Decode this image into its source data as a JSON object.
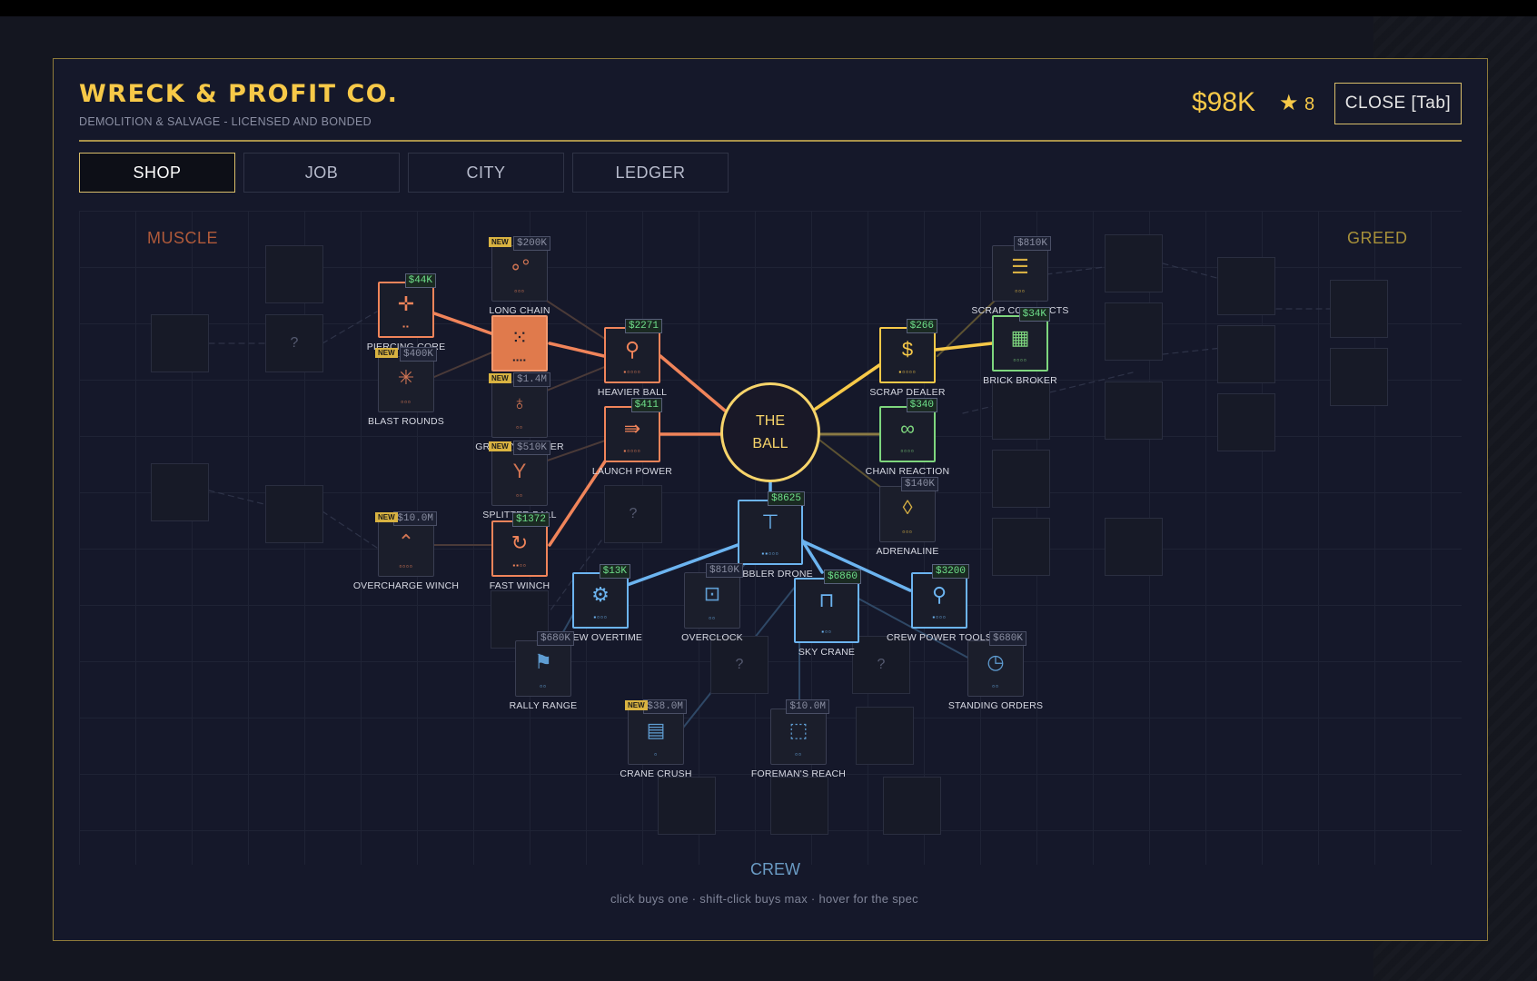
{
  "header": {
    "brand": "WRECK & PROFIT CO.",
    "tagline": "DEMOLITION & SALVAGE - LICENSED AND BONDED",
    "money": "$98K",
    "stars": "8",
    "close_label": "CLOSE [Tab]"
  },
  "tabs": [
    {
      "label": "SHOP",
      "active": true
    },
    {
      "label": "JOB",
      "active": false
    },
    {
      "label": "CITY",
      "active": false
    },
    {
      "label": "LEDGER",
      "active": false
    }
  ],
  "zones": {
    "muscle": "MUSCLE",
    "greed": "GREED",
    "crew": "CREW"
  },
  "center": {
    "line1": "THE",
    "line2": "BALL"
  },
  "colors": {
    "muscle": "#f0845a",
    "greed": "#f7c948",
    "greed_green": "#7ed67e",
    "crew": "#6cb4f0",
    "gold": "#d9be6a"
  },
  "hint": "click buys one  ·  shift-click buys max  ·  hover for the spec",
  "nodes": [
    {
      "id": "piercing-core",
      "label": "PIERCING CORE",
      "price": "$44K",
      "afford": true,
      "new": false,
      "branch": "muscle",
      "icon": "✛",
      "pips": "▪▪",
      "dim": false
    },
    {
      "id": "long-chain",
      "label": "LONG CHAIN",
      "price": "$200K",
      "afford": false,
      "new": true,
      "branch": "muscle",
      "icon": "∘°",
      "pips": "▫▫▫",
      "dim": true
    },
    {
      "id": "blast-rounds",
      "label": "BLAST ROUNDS",
      "price": "$400K",
      "afford": false,
      "new": true,
      "branch": "muscle",
      "icon": "✳",
      "pips": "▫▫▫",
      "dim": true
    },
    {
      "id": "wrecking-core",
      "label": "",
      "price": "",
      "afford": false,
      "new": false,
      "branch": "muscle",
      "icon": "⁙",
      "pips": "▪▪▪▪",
      "dim": false
    },
    {
      "id": "gravity-hammer",
      "label": "GRAVITY HAMMER",
      "price": "$1.4M",
      "afford": false,
      "new": true,
      "branch": "muscle",
      "icon": "♁",
      "pips": "▫▫",
      "dim": true
    },
    {
      "id": "splitter-ball",
      "label": "SPLITTER BALL",
      "price": "$510K",
      "afford": false,
      "new": true,
      "branch": "muscle",
      "icon": "Y",
      "pips": "▫▫",
      "dim": true
    },
    {
      "id": "heavier-ball",
      "label": "HEAVIER BALL",
      "price": "$2271",
      "afford": true,
      "new": false,
      "branch": "muscle",
      "icon": "⚲",
      "pips": "▪▫▫▫▫",
      "dim": false
    },
    {
      "id": "launch-power",
      "label": "LAUNCH POWER",
      "price": "$411",
      "afford": true,
      "new": false,
      "branch": "muscle",
      "icon": "⇛",
      "pips": "▪▫▫▫▫",
      "dim": false
    },
    {
      "id": "fast-winch",
      "label": "FAST WINCH",
      "price": "$1372",
      "afford": true,
      "new": false,
      "branch": "muscle",
      "icon": "↻",
      "pips": "▪▪▫▫",
      "dim": false
    },
    {
      "id": "overcharge-winch",
      "label": "OVERCHARGE WINCH",
      "price": "$10.0M",
      "afford": false,
      "new": true,
      "branch": "muscle",
      "icon": "⌃",
      "pips": "▫▫▫▫",
      "dim": true
    },
    {
      "id": "scrap-contracts",
      "label": "SCRAP CONTRACTS",
      "price": "$810K",
      "afford": false,
      "new": false,
      "branch": "greed",
      "icon": "☰",
      "pips": "▫▫▫",
      "dim": true
    },
    {
      "id": "brick-broker",
      "label": "BRICK BROKER",
      "price": "$34K",
      "afford": true,
      "new": false,
      "branch": "greed_green",
      "icon": "▦",
      "pips": "▫▫▫▫",
      "dim": false
    },
    {
      "id": "scrap-dealer",
      "label": "SCRAP DEALER",
      "price": "$266",
      "afford": true,
      "new": false,
      "branch": "greed",
      "icon": "$",
      "pips": "▪▫▫▫▫",
      "dim": false
    },
    {
      "id": "chain-reaction",
      "label": "CHAIN REACTION",
      "price": "$340",
      "afford": true,
      "new": false,
      "branch": "greed_green",
      "icon": "∞",
      "pips": "▫▫▫▫",
      "dim": false
    },
    {
      "id": "adrenaline",
      "label": "ADRENALINE",
      "price": "$140K",
      "afford": false,
      "new": false,
      "branch": "greed",
      "icon": "◊",
      "pips": "▫▫▫",
      "dim": true
    },
    {
      "id": "cobbler-drone",
      "label": "COBBLER DRONE",
      "price": "$8625",
      "afford": true,
      "new": false,
      "branch": "crew",
      "icon": "⊤",
      "pips": "▪▪▫▫▫",
      "dim": false
    },
    {
      "id": "crew-overtime",
      "label": "CREW OVERTIME",
      "price": "$13K",
      "afford": true,
      "new": false,
      "branch": "crew",
      "icon": "⚙",
      "pips": "▪▫▫▫",
      "dim": false
    },
    {
      "id": "overclock",
      "label": "OVERCLOCK",
      "price": "$810K",
      "afford": false,
      "new": false,
      "branch": "crew",
      "icon": "⊡",
      "pips": "▫▫",
      "dim": true
    },
    {
      "id": "sky-crane",
      "label": "SKY CRANE",
      "price": "$6860",
      "afford": true,
      "new": false,
      "branch": "crew",
      "icon": "⊓",
      "pips": "▪▫▫",
      "dim": false
    },
    {
      "id": "crew-power-tools",
      "label": "CREW POWER TOOLS",
      "price": "$3200",
      "afford": true,
      "new": false,
      "branch": "crew",
      "icon": "⚲",
      "pips": "▪▫▫▫",
      "dim": false
    },
    {
      "id": "rally-range",
      "label": "RALLY RANGE",
      "price": "$680K",
      "afford": false,
      "new": false,
      "branch": "crew",
      "icon": "⚑",
      "pips": "▫▫",
      "dim": true
    },
    {
      "id": "standing-orders",
      "label": "STANDING ORDERS",
      "price": "$680K",
      "afford": false,
      "new": false,
      "branch": "crew",
      "icon": "◷",
      "pips": "▫▫",
      "dim": true
    },
    {
      "id": "crane-crush",
      "label": "CRANE CRUSH",
      "price": "$38.0M",
      "afford": false,
      "new": true,
      "branch": "crew",
      "icon": "▤",
      "pips": "▫",
      "dim": true
    },
    {
      "id": "foremans-reach",
      "label": "FOREMAN'S REACH",
      "price": "$10.0M",
      "afford": false,
      "new": false,
      "branch": "crew",
      "icon": "⬚",
      "pips": "▫▫",
      "dim": true
    }
  ]
}
